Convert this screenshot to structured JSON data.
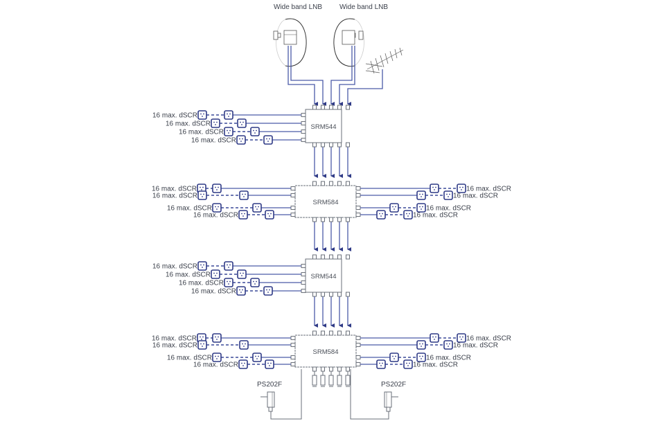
{
  "lnbs": [
    {
      "label": "Wide band LNB"
    },
    {
      "label": "Wide band LNB"
    }
  ],
  "devices": [
    {
      "model": "SRM544",
      "type": "single-sided"
    },
    {
      "model": "SRM584",
      "type": "double-sided"
    },
    {
      "model": "SRM544",
      "type": "single-sided"
    },
    {
      "model": "SRM584",
      "type": "double-sided"
    }
  ],
  "outlet_label": "16 max. dSCR",
  "power_supplies": [
    {
      "label": "PS202F"
    },
    {
      "label": "PS202F"
    }
  ],
  "colors": {
    "cable": "#4a5aa8",
    "outlet": "#2f3a86",
    "device": "#6a6f78"
  }
}
